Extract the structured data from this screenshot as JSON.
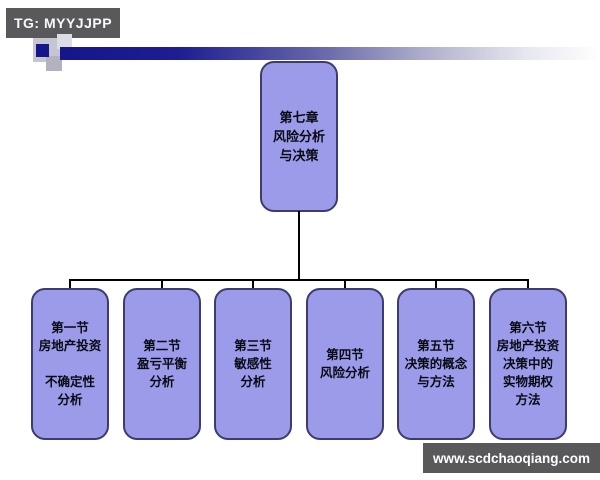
{
  "watermark": {
    "label": "TG: MYYJJPP"
  },
  "footer": {
    "label": "www.scdchaoqiang.com"
  },
  "diagram": {
    "type": "hierarchy-org-chart",
    "root": {
      "text": "第七章\n风险分析\n与决策"
    },
    "children": [
      {
        "text": "第一节\n房地产投资\n\n不确定性\n分析"
      },
      {
        "text": "第二节\n盈亏平衡\n分析"
      },
      {
        "text": "第三节\n敏感性\n分析"
      },
      {
        "text": "第四节\n风险分析"
      },
      {
        "text": "第五节\n决策的概念\n与方法"
      },
      {
        "text": "第六节\n房地产投资\n决策中的\n实物期权\n方法"
      }
    ]
  },
  "colors": {
    "node_fill": "#9b9bea",
    "node_border": "#3c3c6e",
    "connector": "#000000",
    "watermark_bar": "#59595b",
    "accent_navy": "#16168c"
  }
}
